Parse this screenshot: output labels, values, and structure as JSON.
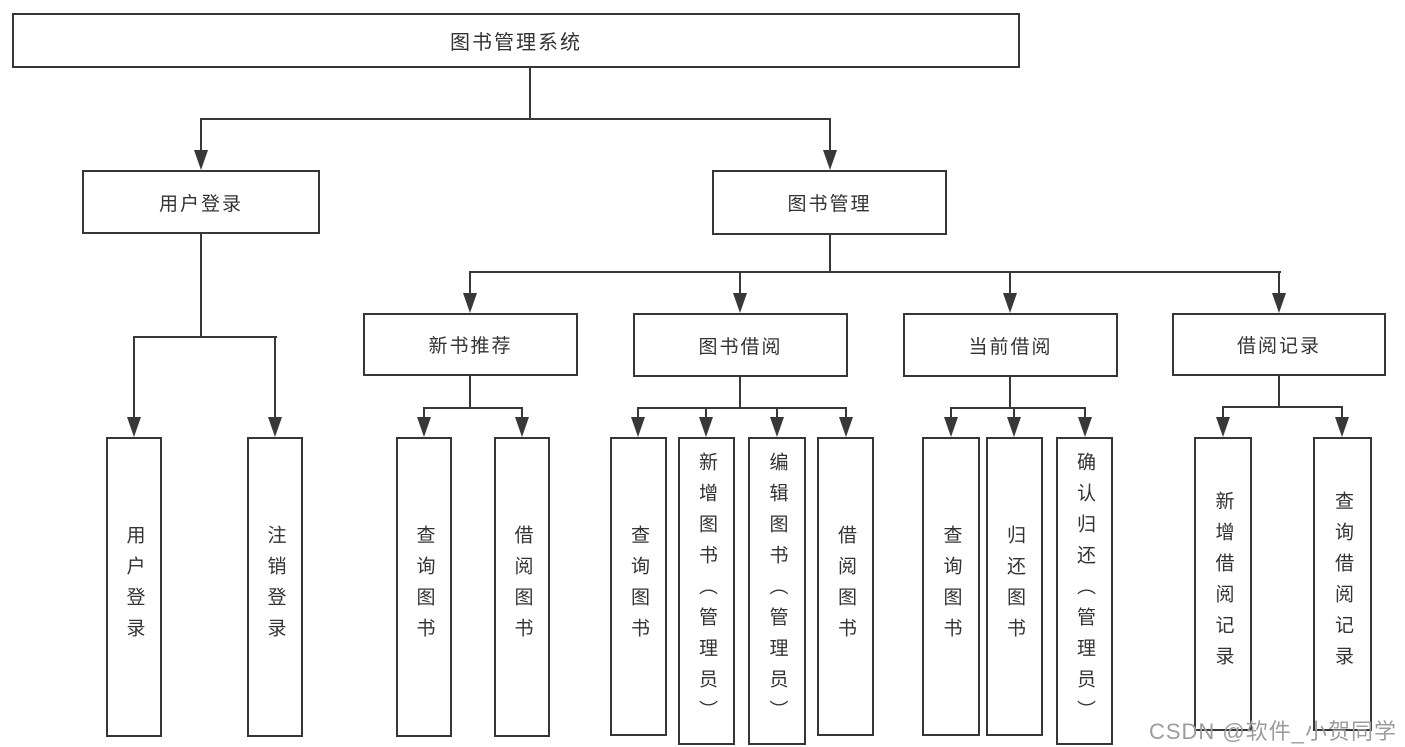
{
  "diagram": {
    "tree": {
      "root": {
        "label": "图书管理系统",
        "children": [
          {
            "label": "用户登录",
            "children": [
              {
                "label": "用户登录"
              },
              {
                "label": "注销登录"
              }
            ]
          },
          {
            "label": "图书管理",
            "children": [
              {
                "label": "新书推荐",
                "children": [
                  {
                    "label": "查询图书"
                  },
                  {
                    "label": "借阅图书"
                  }
                ]
              },
              {
                "label": "图书借阅",
                "children": [
                  {
                    "label": "查询图书"
                  },
                  {
                    "label": "新增图书（管理员）"
                  },
                  {
                    "label": "编辑图书（管理员）"
                  },
                  {
                    "label": "借阅图书"
                  }
                ]
              },
              {
                "label": "当前借阅",
                "children": [
                  {
                    "label": "查询图书"
                  },
                  {
                    "label": "归还图书"
                  },
                  {
                    "label": "确认归还（管理员）"
                  }
                ]
              },
              {
                "label": "借阅记录",
                "children": [
                  {
                    "label": "新增借阅记录"
                  },
                  {
                    "label": "查询借阅记录"
                  }
                ]
              }
            ]
          }
        ]
      }
    },
    "colors": {
      "line": "#383838",
      "text": "#333333",
      "background": "#ffffff"
    }
  },
  "watermark": {
    "text": "CSDN @软件_小贺同学"
  }
}
